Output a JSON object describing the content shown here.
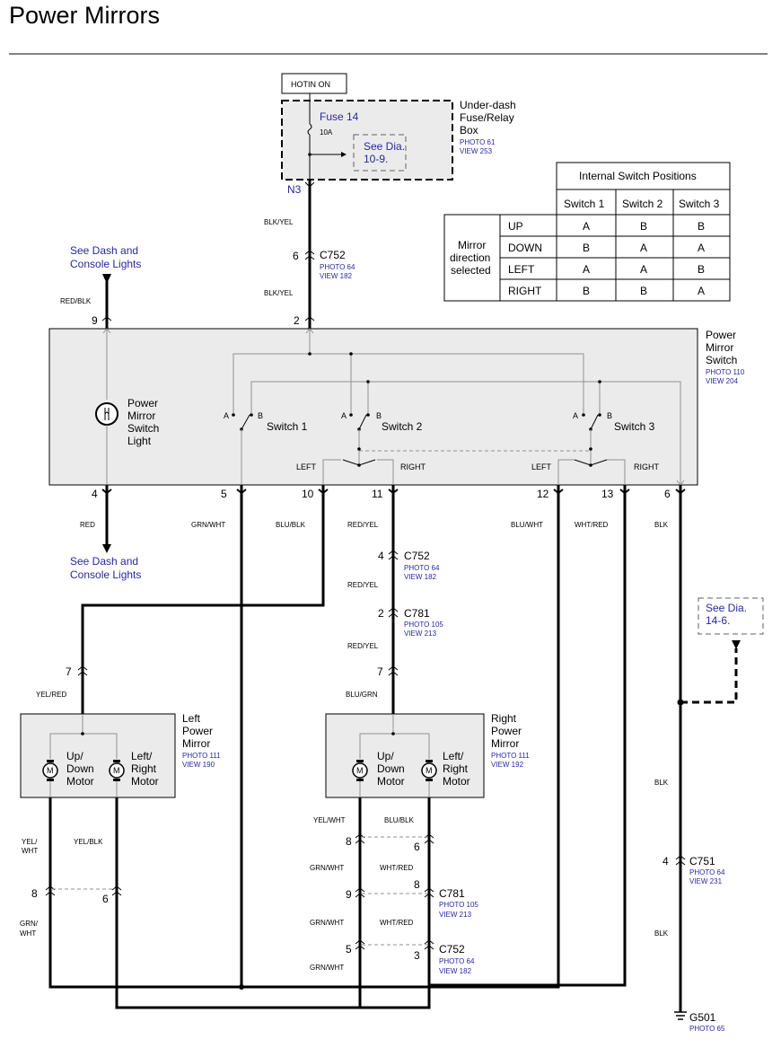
{
  "title": "Power Mirrors",
  "fuse_box": {
    "hot_label": "HOTIN ON",
    "fuse_name": "Fuse 14",
    "fuse_rating": "10A",
    "see_line1": "See Dia.",
    "see_line2": "10-9.",
    "name_lines": [
      "Under-dash",
      "Fuse/Relay",
      "Box"
    ],
    "photo": "PHOTO 61",
    "view": "VIEW 253",
    "terminal": "N3"
  },
  "switch_table": {
    "heading": "Internal Switch Positions",
    "columns": [
      "Switch 1",
      "Switch 2",
      "Switch 3"
    ],
    "row_header": [
      "Mirror",
      "direction",
      "selected"
    ],
    "rows": [
      {
        "label": "UP",
        "values": [
          "A",
          "B",
          "B"
        ]
      },
      {
        "label": "DOWN",
        "values": [
          "B",
          "A",
          "A"
        ]
      },
      {
        "label": "LEFT",
        "values": [
          "A",
          "A",
          "B"
        ]
      },
      {
        "label": "RIGHT",
        "values": [
          "B",
          "B",
          "A"
        ]
      }
    ]
  },
  "wires": {
    "blk_yel_top": "BLK/YEL",
    "blk_yel_bottom": "BLK/YEL",
    "red_blk": "RED/BLK",
    "red": "RED",
    "grn_wht": "GRN/WHT",
    "blu_blk": "BLU/BLK",
    "red_yel_1": "RED/YEL",
    "red_yel_2": "RED/YEL",
    "red_yel_3": "RED/YEL",
    "blu_wht": "BLU/WHT",
    "wht_red": "WHT/RED",
    "blk_top": "BLK",
    "yel_red": "YEL/RED",
    "blu_grn": "BLU/GRN",
    "blk_mid": "BLK",
    "blk_low": "BLK",
    "yel_wht_l1": "YEL/",
    "yel_wht_l2": "WHT",
    "yel_blk": "YEL/BLK",
    "grn_wht_l1": "GRN/",
    "grn_wht_l2": "WHT",
    "yel_wht_r": "YEL/WHT",
    "blu_blk_r": "BLU/BLK",
    "grn_wht_r1": "GRN/WHT",
    "wht_red_r1": "WHT/RED",
    "grn_wht_r2": "GRN/WHT",
    "wht_red_r2": "WHT/RED",
    "grn_wht_r3": "GRN/WHT"
  },
  "connectors": {
    "c752_top": {
      "name": "C752",
      "pin": "6",
      "photo": "PHOTO 64",
      "view": "VIEW 182"
    },
    "c752_mid": {
      "name": "C752",
      "pin": "4",
      "photo": "PHOTO 64",
      "view": "VIEW 182"
    },
    "c781_mid": {
      "name": "C781",
      "pin": "2",
      "photo": "PHOTO 105",
      "view": "VIEW 213"
    },
    "c751": {
      "name": "C751",
      "pin": "4",
      "photo": "PHOTO 64",
      "view": "VIEW 231"
    },
    "c781_low": {
      "name": "C781",
      "pin_left": "9",
      "pin_right": "8",
      "photo": "PHOTO 105",
      "view": "VIEW 213"
    },
    "c752_low": {
      "name": "C752",
      "pin_left": "5",
      "pin_right": "3",
      "photo": "PHOTO 64",
      "view": "VIEW 182"
    },
    "g501": {
      "name": "G501",
      "photo": "PHOTO 65"
    }
  },
  "switch_box": {
    "name_lines": [
      "Power",
      "Mirror",
      "Switch"
    ],
    "photo": "PHOTO 110",
    "view": "VIEW 204",
    "light_lines": [
      "Power",
      "Mirror",
      "Switch",
      "Light"
    ],
    "switch_labels": [
      "Switch 1",
      "Switch 2",
      "Switch 3"
    ],
    "pos_a": "A",
    "pos_b": "B",
    "left": "LEFT",
    "right": "RIGHT",
    "pins_top": [
      "9",
      "2"
    ],
    "pins_bottom": [
      "4",
      "5",
      "10",
      "11",
      "12",
      "13",
      "6"
    ]
  },
  "refs": {
    "dash_top": [
      "See Dash and",
      "Console Lights"
    ],
    "dash_bottom": [
      "See Dash and",
      "Console Lights"
    ],
    "dia_14_6": [
      "See Dia.",
      "14-6."
    ]
  },
  "left_mirror": {
    "name_lines": [
      "Left",
      "Power",
      "Mirror"
    ],
    "photo": "PHOTO 111",
    "view": "VIEW 190",
    "pin_top": "7",
    "motor_a": [
      "Up/",
      "Down",
      "Motor"
    ],
    "motor_b": [
      "Left/",
      "Right",
      "Motor"
    ],
    "pin_8": "8",
    "pin_6": "6"
  },
  "right_mirror": {
    "name_lines": [
      "Right",
      "Power",
      "Mirror"
    ],
    "photo": "PHOTO 111",
    "view": "VIEW 192",
    "pin_top": "7",
    "motor_a": [
      "Up/",
      "Down",
      "Motor"
    ],
    "motor_b": [
      "Left/",
      "Right",
      "Motor"
    ],
    "pin_8": "8",
    "pin_6": "6"
  },
  "motor_symbol": "M",
  "colors": {
    "link_blue": "#2828a0",
    "box_fill": "#ebebeb",
    "inner_wire": "#909090"
  }
}
